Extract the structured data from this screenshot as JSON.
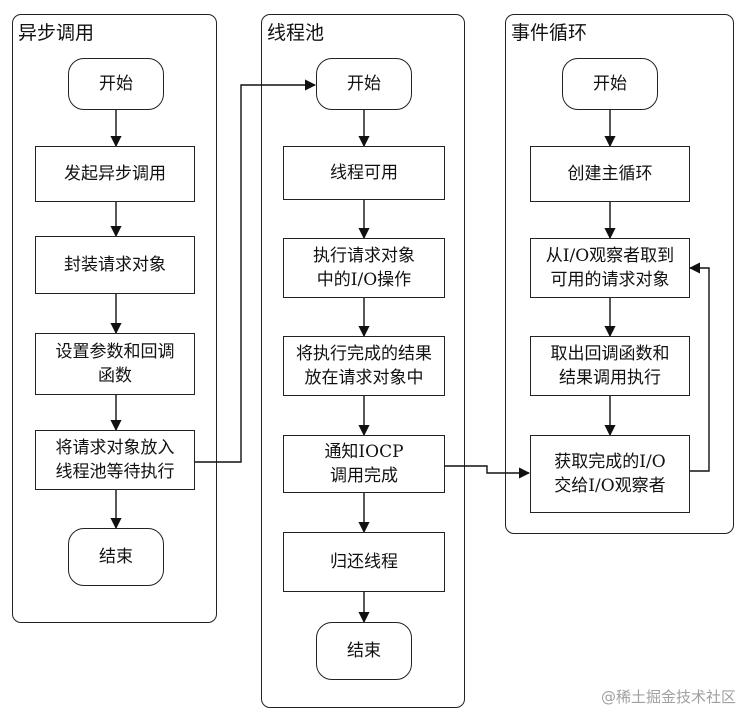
{
  "lanes": {
    "async": {
      "title": "异步调用",
      "start": "开始",
      "step1": "发起异步调用",
      "step2": "封装请求对象",
      "step3_line1": "设置参数和回调",
      "step3_line2": "函数",
      "step4_line1": "将请求对象放入",
      "step4_line2": "线程池等待执行",
      "end": "结束"
    },
    "threadpool": {
      "title": "线程池",
      "start": "开始",
      "step1": "线程可用",
      "step2_line1": "执行请求对象",
      "step2_line2": "中的I/O操作",
      "step3_line1": "将执行完成的结果",
      "step3_line2": "放在请求对象中",
      "step4_line1": "通知IOCP",
      "step4_line2": "调用完成",
      "step5": "归还线程",
      "end": "结束"
    },
    "eventloop": {
      "title": "事件循环",
      "start": "开始",
      "step1": "创建主循环",
      "step2_line1": "从I/O观察者取到",
      "step2_line2": "可用的请求对象",
      "step3_line1": "取出回调函数和",
      "step3_line2": "结果调用执行",
      "step4_line1": "获取完成的I/O",
      "step4_line2": "交给I/O观察者"
    }
  },
  "watermark": "@稀土掘金技术社区"
}
